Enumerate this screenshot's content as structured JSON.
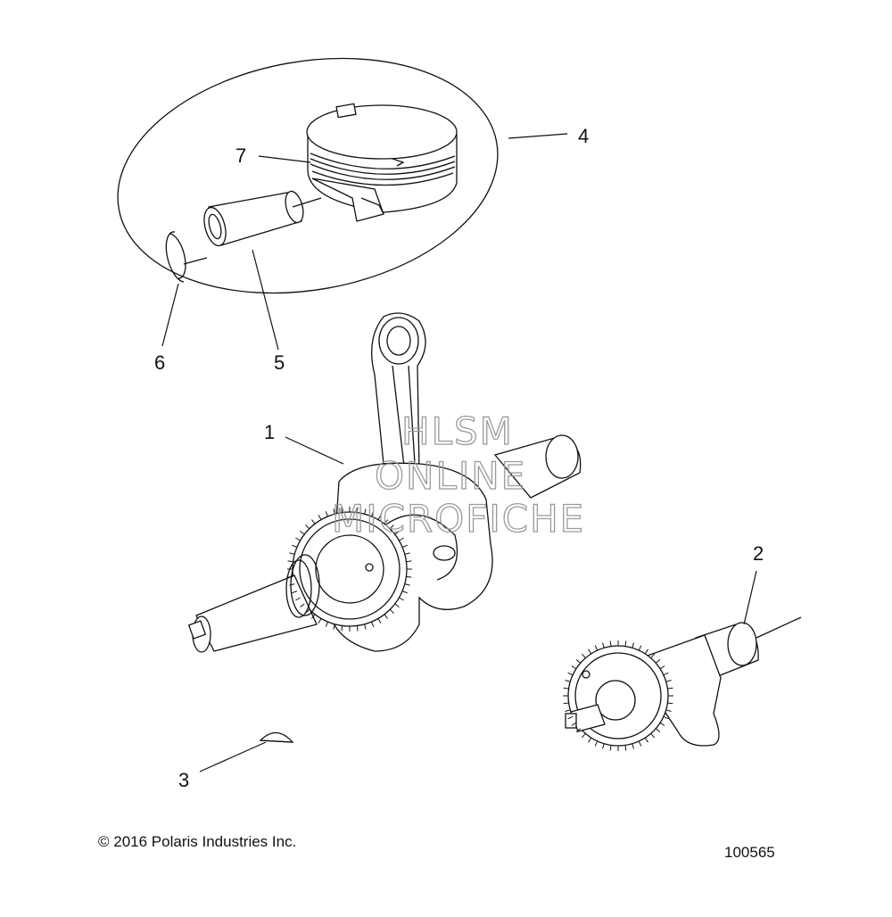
{
  "callouts": {
    "c1": "1",
    "c2": "2",
    "c3": "3",
    "c4": "4",
    "c5": "5",
    "c6": "6",
    "c7": "7"
  },
  "watermark": {
    "line1": "HLSM",
    "line2": "ONLINE",
    "line3": "MICROFICHE"
  },
  "footer": {
    "copyright": "© 2016 Polaris Industries Inc.",
    "figure_id": "100565"
  },
  "colors": {
    "line": "#111111",
    "watermark": "#9a9a9a",
    "background": "#ffffff"
  }
}
